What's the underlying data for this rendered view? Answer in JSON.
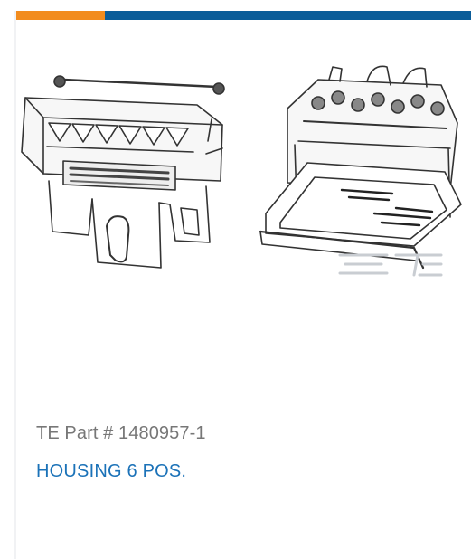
{
  "colors": {
    "accent_orange": "#f28c1e",
    "accent_blue": "#0b5d99",
    "link_blue": "#1b72b8",
    "muted_text": "#777777"
  },
  "card": {
    "part_number": "TE Part # 1480957-1",
    "description": "HOUSING 6 POS.",
    "image": {
      "icon": "connector-housing-drawing",
      "watermark_icon": "te-logo-icon"
    }
  }
}
